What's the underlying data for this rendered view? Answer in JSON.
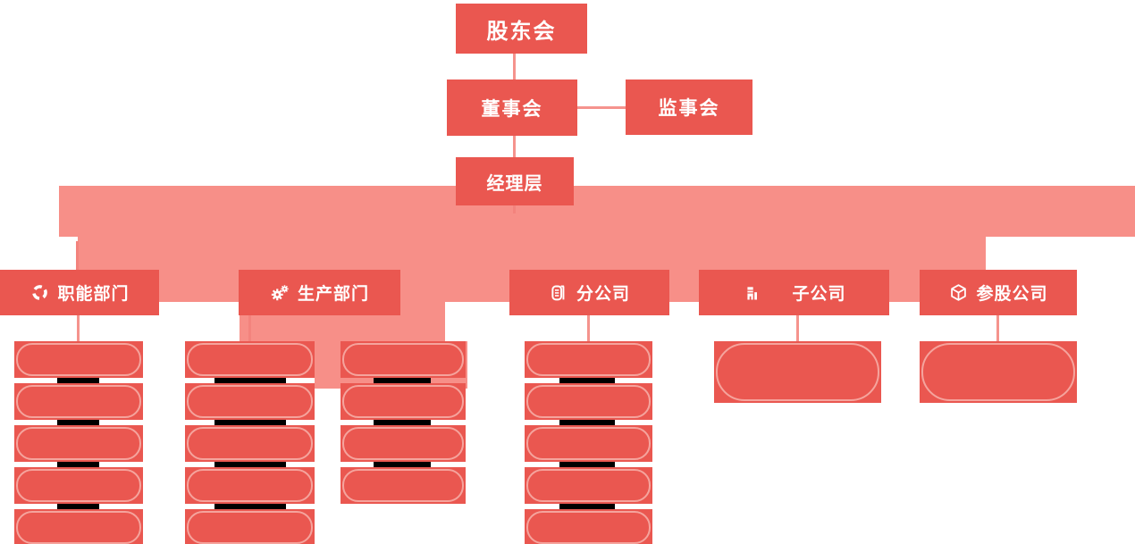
{
  "org_chart": {
    "top_nodes": [
      {
        "id": "shareholders",
        "label": "股东会"
      },
      {
        "id": "board",
        "label": "董事会"
      },
      {
        "id": "supervisory",
        "label": "监事会"
      },
      {
        "id": "management",
        "label": "经理层"
      }
    ],
    "departments": [
      {
        "id": "functional",
        "label": "职能部门",
        "icon": "circular-arrows-icon",
        "sub_box_columns": [
          5
        ]
      },
      {
        "id": "production",
        "label": "生产部门",
        "icon": "gears-icon",
        "sub_box_columns": [
          5,
          4
        ]
      },
      {
        "id": "branch",
        "label": "分公司",
        "icon": "branch-building-icon",
        "sub_box_columns": [
          5
        ]
      },
      {
        "id": "subsidiary",
        "label": "子公司",
        "icon": "building-icon",
        "sub_box_columns": [
          1
        ]
      },
      {
        "id": "invested",
        "label": "参股公司",
        "icon": "cube-icon",
        "sub_box_columns": [
          1
        ]
      }
    ],
    "colors": {
      "node_red": "#EA5750",
      "band_pink": "#F78F88",
      "pill_outline": "#F5A49D",
      "connector": "#F5938D",
      "redaction_bar": "#000000",
      "text": "#FFFFFF"
    }
  }
}
